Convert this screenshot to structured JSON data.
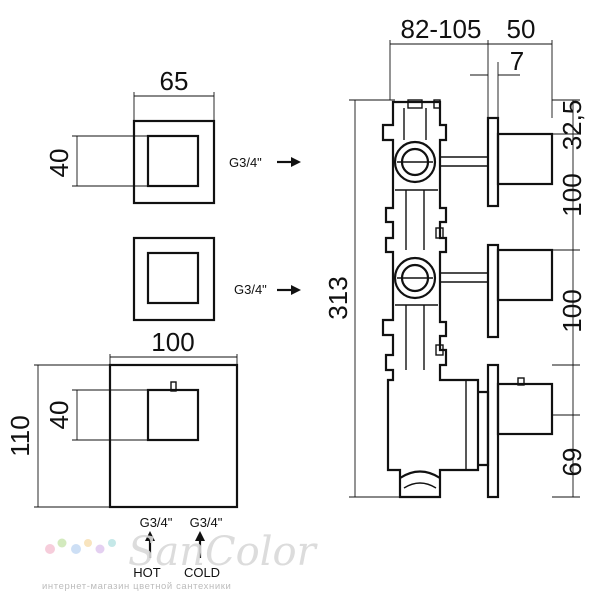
{
  "top_view": {
    "width_label": "65",
    "height_label": "40",
    "inlet_label": "G3/4\""
  },
  "mid_view": {
    "inlet_label": "G3/4\""
  },
  "bottom_view": {
    "width_label": "100",
    "height_outer_label": "110",
    "height_inner_label": "40",
    "inlet_hot_label": "G3/4\"",
    "inlet_cold_label": "G3/4\"",
    "hot_label": "HOT",
    "cold_label": "COLD"
  },
  "side_view": {
    "depth_label": "82-105",
    "flange_label": "50",
    "plate_label": "7",
    "total_height_label": "313",
    "offset_top_label": "32,5",
    "spacing_1_label": "100",
    "spacing_2_label": "100",
    "offset_bottom_label": "69"
  },
  "watermark": {
    "brand": "SanColor",
    "tagline": "интернет-магазин цветной сантехники"
  }
}
